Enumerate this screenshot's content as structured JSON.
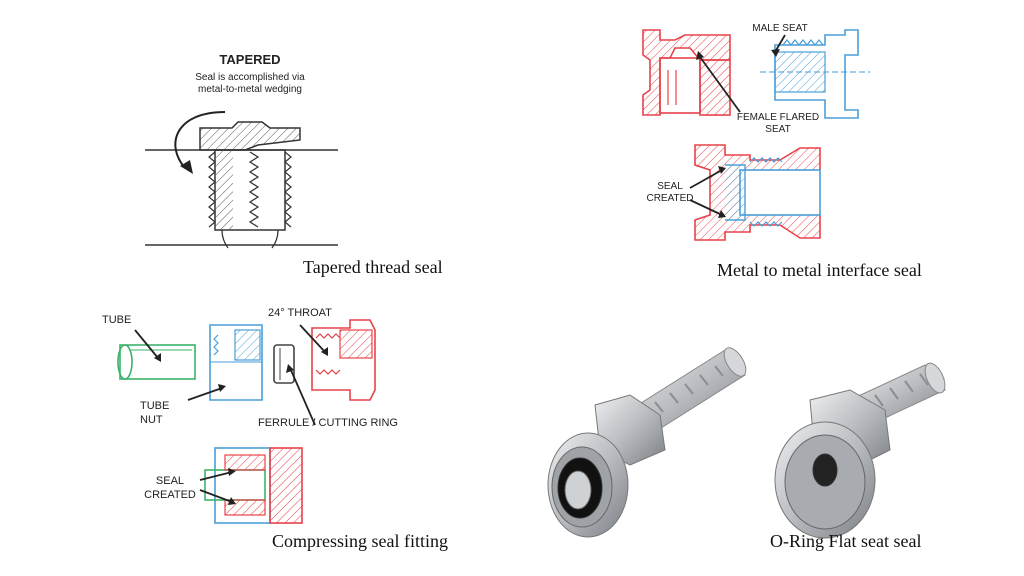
{
  "tapered": {
    "heading": "TAPERED",
    "note_line1": "Seal is accomplished via",
    "note_line2": "metal-to-metal wedging",
    "caption": "Tapered thread seal"
  },
  "metal": {
    "male_seat": "MALE SEAT",
    "female_flared_line1": "FEMALE FLARED",
    "female_flared_line2": "SEAT",
    "seal_line1": "SEAL",
    "seal_line2": "CREATED",
    "caption": "Metal to metal interface seal"
  },
  "compress": {
    "tube": "TUBE",
    "throat": "24° THROAT",
    "tube_nut_line1": "TUBE",
    "tube_nut_line2": "NUT",
    "ferrule": "FERRULE / CUTTING RING",
    "seal_line1": "SEAL",
    "seal_line2": "CREATED",
    "caption": "Compressing seal fitting"
  },
  "oring": {
    "caption": "O-Ring Flat seat seal"
  },
  "colors": {
    "red": "#e8424a",
    "blue": "#4a9fd8",
    "green": "#3bb36a",
    "line": "#333333",
    "steel": "#b9bcc0"
  }
}
